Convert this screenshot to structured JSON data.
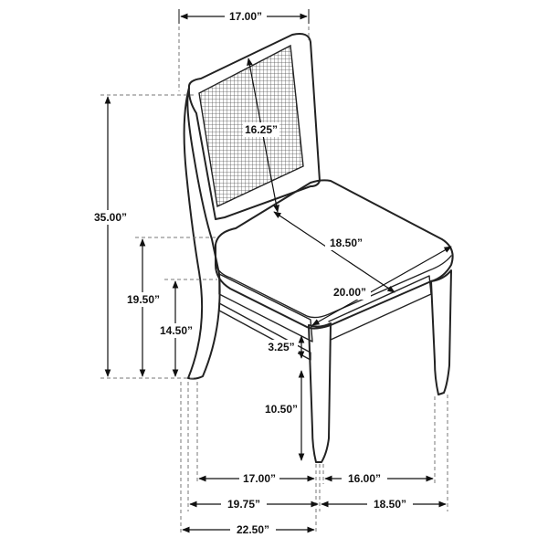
{
  "dimensions": {
    "top_width": "17.00”",
    "back_cane_height": "16.25”",
    "overall_height": "35.00”",
    "seat_depth_diag": "18.50”",
    "seat_width_diag": "20.00”",
    "seat_height": "19.50”",
    "apron_height": "14.50”",
    "apron_depth": "3.25”",
    "stretcher_height": "10.50”",
    "front_leg_span": "17.00”",
    "side_leg_span": "16.00”",
    "base_front": "19.75”",
    "base_side": "18.50”",
    "overall_depth": "22.50”"
  }
}
